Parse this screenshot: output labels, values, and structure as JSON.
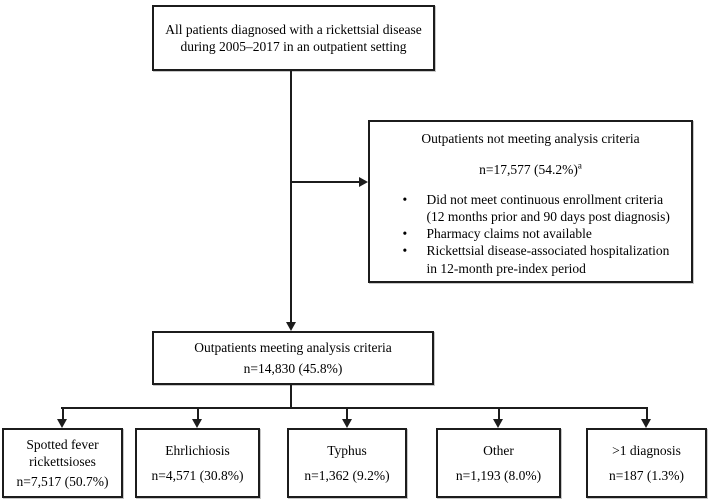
{
  "colors": {
    "line": "#1c1c1c",
    "background": "#ffffff",
    "text": "#000000"
  },
  "top_box": {
    "text": "All patients diagnosed with a rickettsial disease during 2005–2017 in an outpatient setting"
  },
  "exclusion_box": {
    "title": "Outpatients not meeting analysis criteria",
    "n_value": "n=17,577 (54.2%)",
    "footnote_marker": "a",
    "bullet_glyph": "•",
    "bullets": [
      "Did not meet continuous enrollment criteria (12 months prior and 90 days post diagnosis)",
      "Pharmacy claims not available",
      "Rickettsial disease-associated hospitalization in 12-month pre-index period"
    ]
  },
  "inclusion_box": {
    "title": "Outpatients meeting analysis criteria",
    "n_value": "n=14,830 (45.8%)"
  },
  "outcome_boxes": [
    {
      "label": "Spotted fever rickettsioses",
      "n_value": "n=7,517 (50.7%)"
    },
    {
      "label": "Ehrlichiosis",
      "n_value": "n=4,571 (30.8%)"
    },
    {
      "label": "Typhus",
      "n_value": "n=1,362 (9.2%)"
    },
    {
      "label": "Other",
      "n_value": "n=1,193 (8.0%)"
    },
    {
      "label": ">1 diagnosis",
      "n_value": "n=187 (1.3%)"
    }
  ]
}
